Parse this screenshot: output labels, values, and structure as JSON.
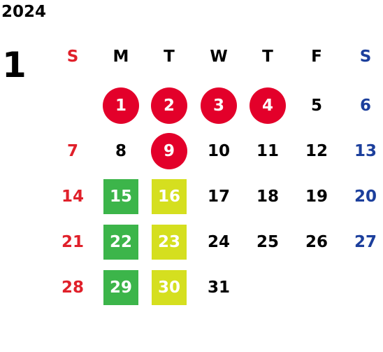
{
  "year": "2024",
  "month": "1",
  "colors": {
    "default": "#000000",
    "sunday": "#e0202a",
    "saturday": "#1c3f9c",
    "circle_bg": "#e3002a",
    "circle_text": "#ffffff",
    "green_bg": "#3cb54a",
    "yellow_bg": "#d5df1f",
    "square_text": "#ffffff"
  },
  "weekdays": [
    {
      "label": "S",
      "style": "sunday"
    },
    {
      "label": "M",
      "style": "default"
    },
    {
      "label": "T",
      "style": "default"
    },
    {
      "label": "W",
      "style": "default"
    },
    {
      "label": "T",
      "style": "default"
    },
    {
      "label": "F",
      "style": "default"
    },
    {
      "label": "S",
      "style": "saturday"
    }
  ],
  "days": [
    {
      "label": "1",
      "col": 1,
      "row": 0,
      "mark": "circle"
    },
    {
      "label": "2",
      "col": 2,
      "row": 0,
      "mark": "circle"
    },
    {
      "label": "3",
      "col": 3,
      "row": 0,
      "mark": "circle"
    },
    {
      "label": "4",
      "col": 4,
      "row": 0,
      "mark": "circle"
    },
    {
      "label": "5",
      "col": 5,
      "row": 0,
      "mark": "none"
    },
    {
      "label": "6",
      "col": 6,
      "row": 0,
      "mark": "none"
    },
    {
      "label": "7",
      "col": 0,
      "row": 1,
      "mark": "none"
    },
    {
      "label": "8",
      "col": 1,
      "row": 1,
      "mark": "none"
    },
    {
      "label": "9",
      "col": 2,
      "row": 1,
      "mark": "circle"
    },
    {
      "label": "10",
      "col": 3,
      "row": 1,
      "mark": "none"
    },
    {
      "label": "11",
      "col": 4,
      "row": 1,
      "mark": "none"
    },
    {
      "label": "12",
      "col": 5,
      "row": 1,
      "mark": "none"
    },
    {
      "label": "13",
      "col": 6,
      "row": 1,
      "mark": "none"
    },
    {
      "label": "14",
      "col": 0,
      "row": 2,
      "mark": "none"
    },
    {
      "label": "15",
      "col": 1,
      "row": 2,
      "mark": "green"
    },
    {
      "label": "16",
      "col": 2,
      "row": 2,
      "mark": "yellow"
    },
    {
      "label": "17",
      "col": 3,
      "row": 2,
      "mark": "none"
    },
    {
      "label": "18",
      "col": 4,
      "row": 2,
      "mark": "none"
    },
    {
      "label": "19",
      "col": 5,
      "row": 2,
      "mark": "none"
    },
    {
      "label": "20",
      "col": 6,
      "row": 2,
      "mark": "none"
    },
    {
      "label": "21",
      "col": 0,
      "row": 3,
      "mark": "none"
    },
    {
      "label": "22",
      "col": 1,
      "row": 3,
      "mark": "green"
    },
    {
      "label": "23",
      "col": 2,
      "row": 3,
      "mark": "yellow"
    },
    {
      "label": "24",
      "col": 3,
      "row": 3,
      "mark": "none"
    },
    {
      "label": "25",
      "col": 4,
      "row": 3,
      "mark": "none"
    },
    {
      "label": "26",
      "col": 5,
      "row": 3,
      "mark": "none"
    },
    {
      "label": "27",
      "col": 6,
      "row": 3,
      "mark": "none"
    },
    {
      "label": "28",
      "col": 0,
      "row": 4,
      "mark": "none"
    },
    {
      "label": "29",
      "col": 1,
      "row": 4,
      "mark": "green"
    },
    {
      "label": "30",
      "col": 2,
      "row": 4,
      "mark": "yellow"
    },
    {
      "label": "31",
      "col": 3,
      "row": 4,
      "mark": "none"
    }
  ]
}
